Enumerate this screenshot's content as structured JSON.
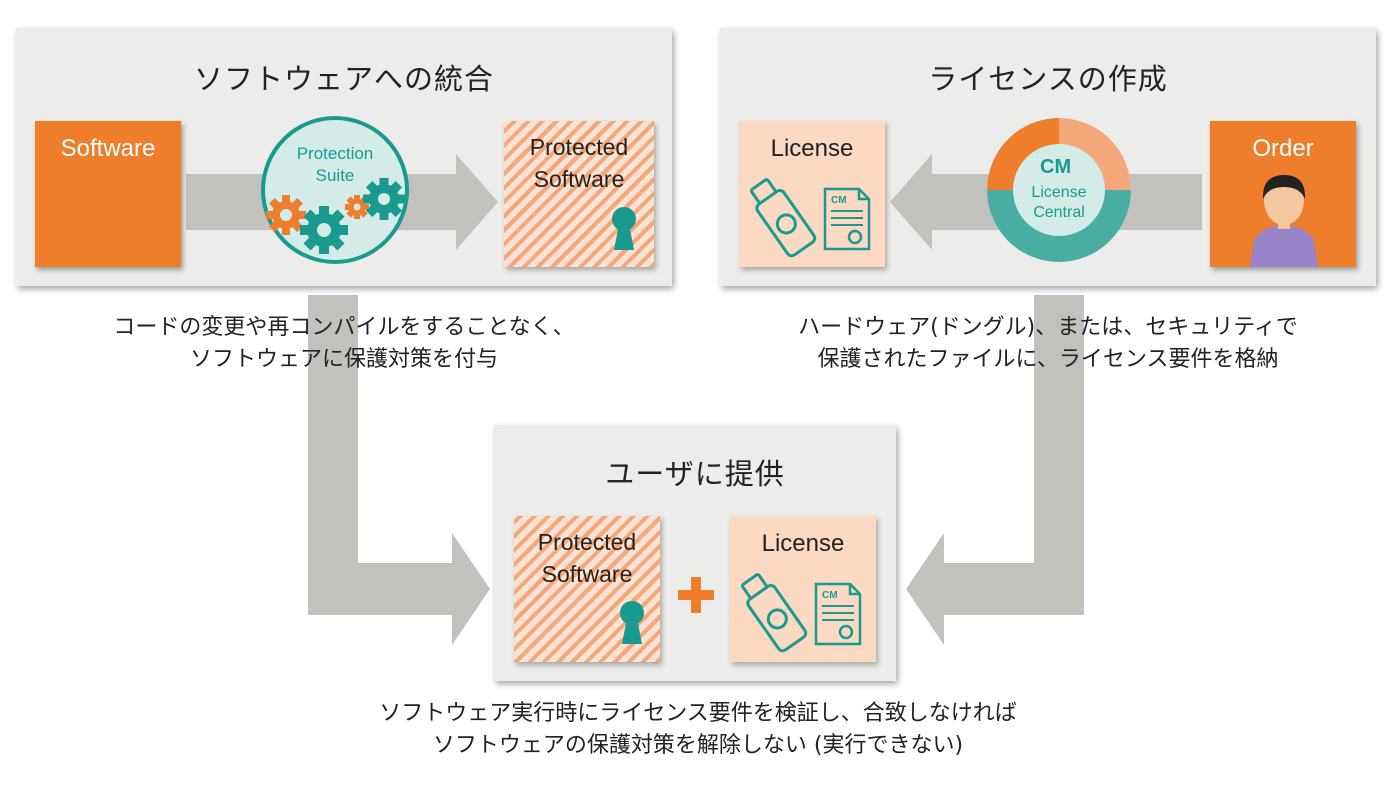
{
  "panels": {
    "integration": {
      "title": "ソフトウェアへの統合"
    },
    "license_creation": {
      "title": "ライセンスの作成"
    },
    "delivery": {
      "title": "ユーザに提供"
    }
  },
  "boxes": {
    "software": "Software",
    "protection_suite": [
      "Protection",
      "Suite"
    ],
    "protected_software_top": [
      "Protected",
      "Software"
    ],
    "license_top": "License",
    "license_central": [
      "License",
      "Central"
    ],
    "order": "Order",
    "protected_software_bottom": [
      "Protected",
      "Software"
    ],
    "license_bottom": "License"
  },
  "captions": {
    "integration": [
      "コードの変更や再コンパイルをすることなく、",
      "ソフトウェアに保護対策を付与"
    ],
    "license_creation": [
      "ハードウェア(ドングル)、または、セキュリティで",
      "保護されたファイルに、ライセンス要件を格納"
    ],
    "delivery": [
      "ソフトウェア実行時にライセンス要件を検証し、合致しなければ",
      "ソフトウェアの保護対策を解除しない (実行できない)"
    ]
  },
  "colors": {
    "orange": "#ee7d2c",
    "teal": "#1a9a8f",
    "teal_light": "#d3ece7",
    "peach": "#fbd9c3",
    "arrow_gray": "#c2c1bd",
    "panel_bg": "#ecedea"
  },
  "icons": [
    "gears-icon",
    "keyhole-icon",
    "usb-dongle-icon",
    "certificate-icon",
    "cm-logo-icon",
    "person-icon",
    "plus-icon"
  ]
}
